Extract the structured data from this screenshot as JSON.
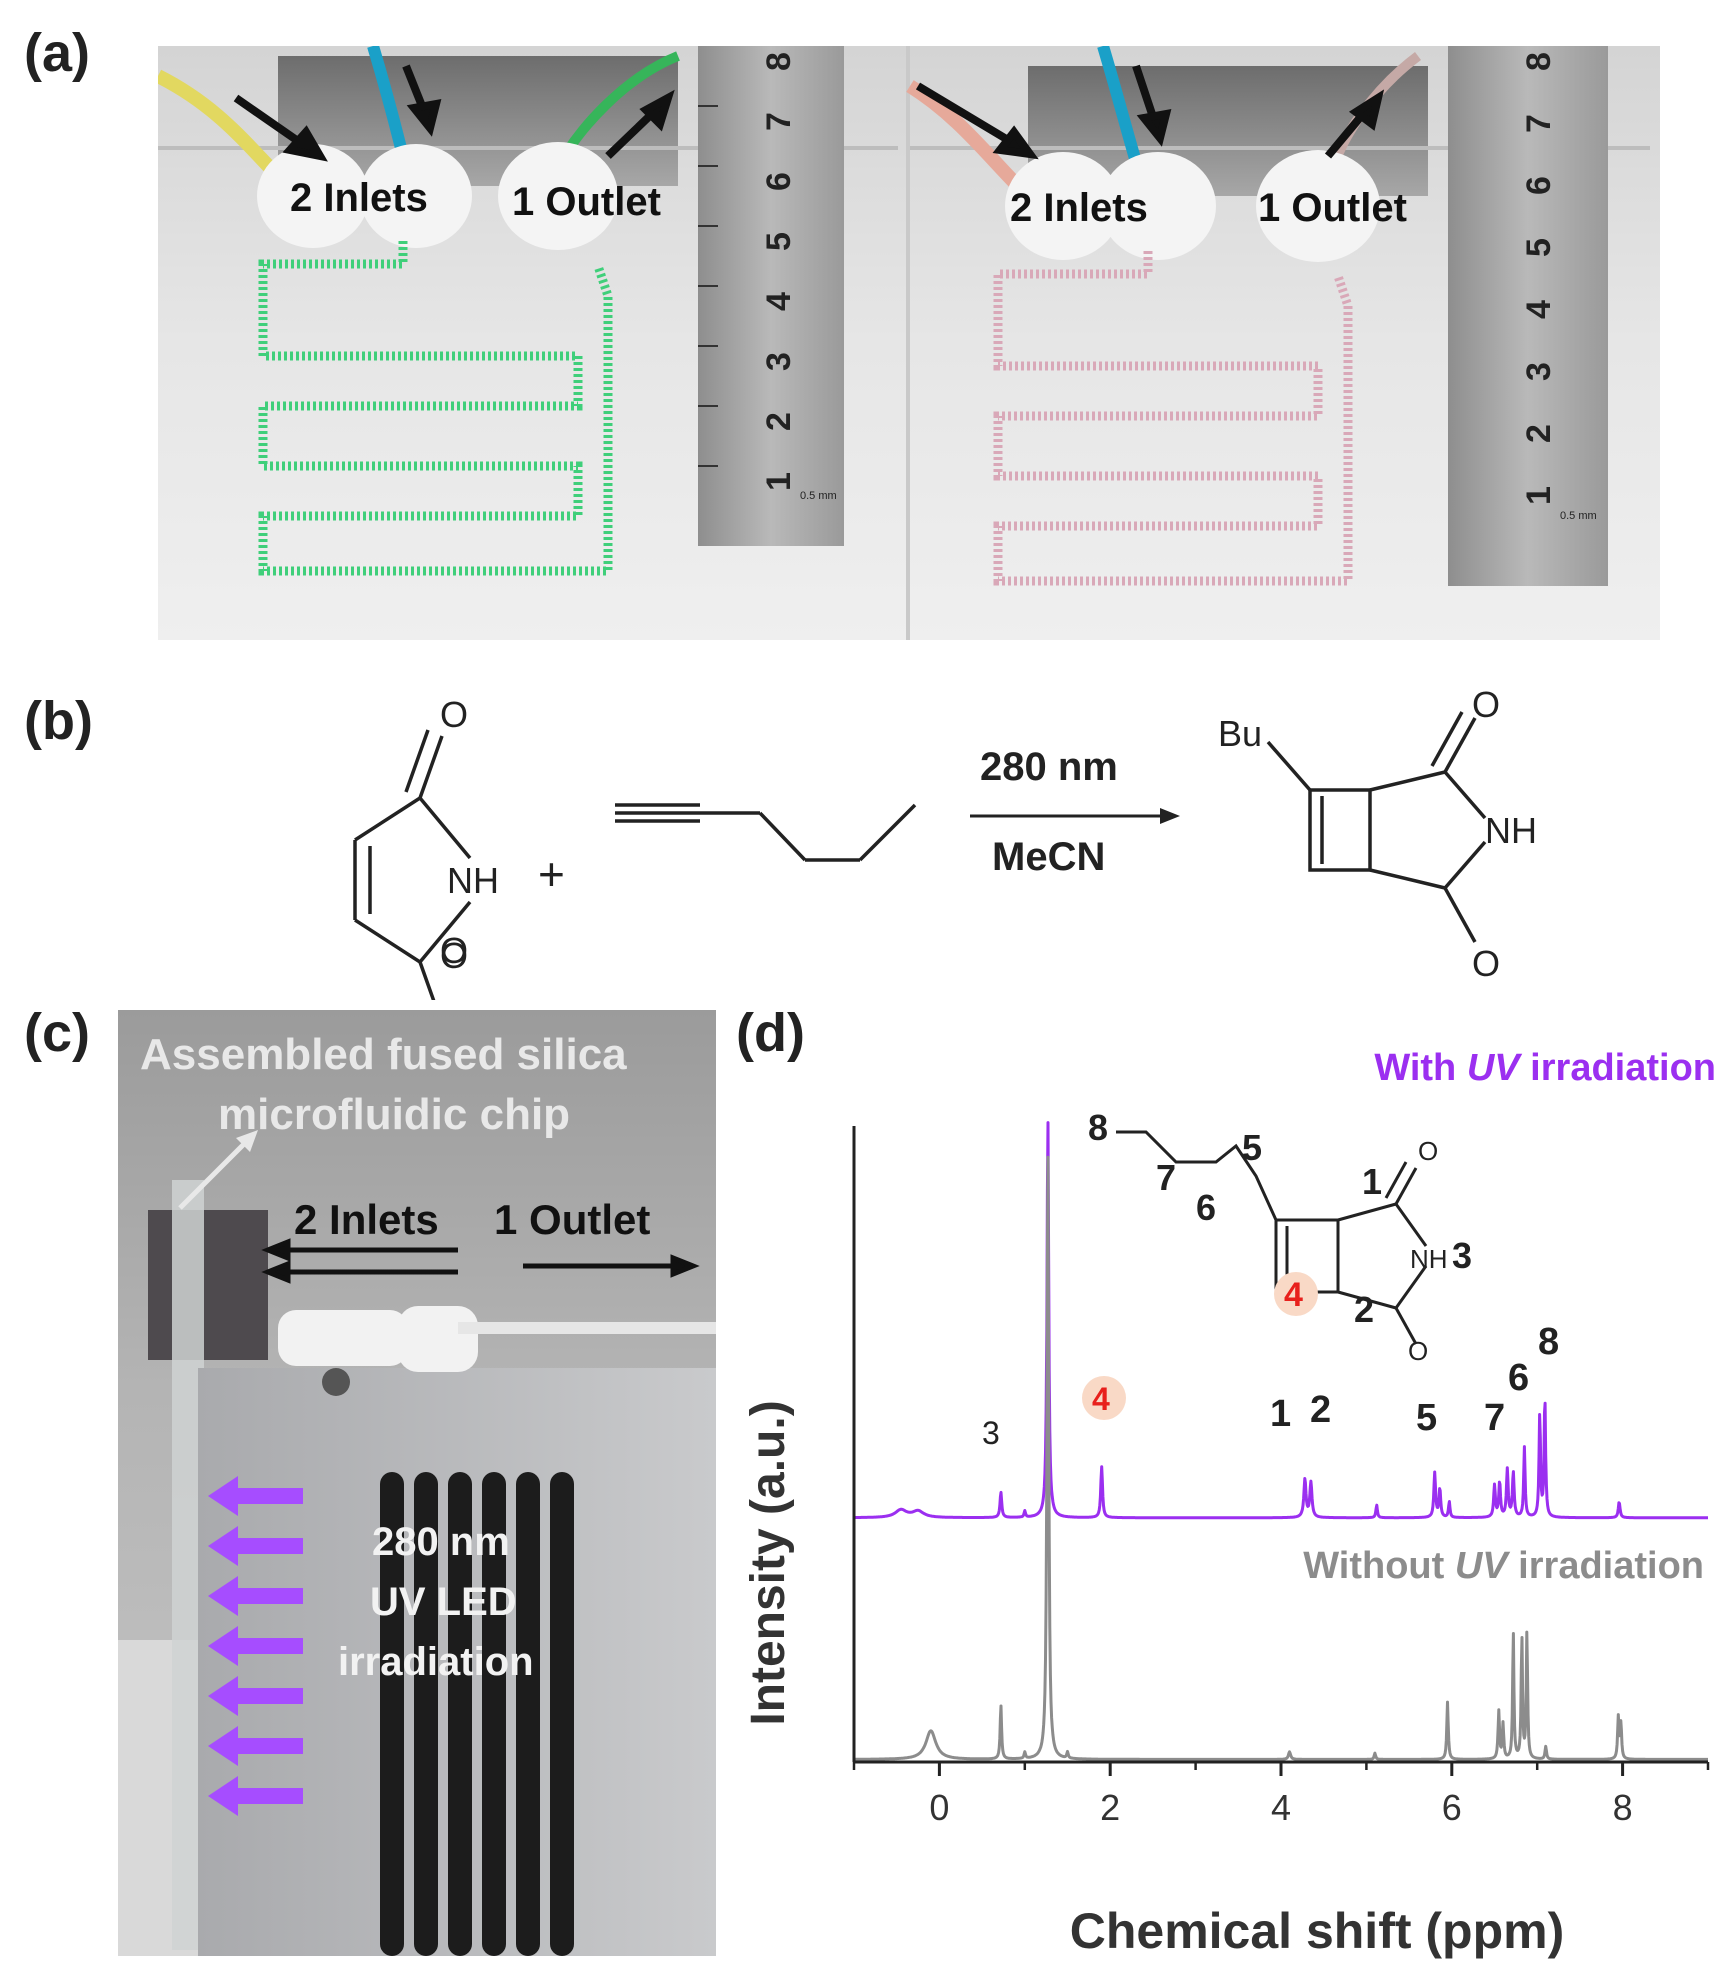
{
  "panel_labels": {
    "a": "(a)",
    "b": "(b)",
    "c": "(c)",
    "d": "(d)"
  },
  "panel_a": {
    "left": {
      "inlets": "2 Inlets",
      "outlet": "1 Outlet",
      "channel_color": "#3fcf7a"
    },
    "right": {
      "inlets": "2 Inlets",
      "outlet": "1 Outlet",
      "channel_color": "#d9a8b8"
    },
    "ruler_numbers": [
      "8",
      "7",
      "6",
      "5",
      "4",
      "3",
      "2",
      "1"
    ],
    "ruler_unit": "0.5 mm"
  },
  "panel_b": {
    "wavelength": "280 nm",
    "solvent": "MeCN",
    "plus": "+",
    "maleimide": {
      "o_top": "O",
      "nh": "NH",
      "o_bottom": "O"
    },
    "product": {
      "bu": "Bu",
      "o_top": "O",
      "nh": "NH",
      "o_bottom": "O"
    }
  },
  "panel_c": {
    "chip_label_line1": "Assembled fused silica",
    "chip_label_line2": "microfluidic chip",
    "inlets": "2 Inlets",
    "outlet": "1 Outlet",
    "led_line1": "280 nm",
    "led_line2": "UV LED",
    "led_line3": "irradiation",
    "arrow_color": "#a64dff"
  },
  "panel_d": {
    "legend_top_prefix": "With ",
    "legend_top_italic": "UV",
    "legend_top_suffix": " irradiation",
    "legend_bottom_prefix": "Without ",
    "legend_bottom_italic": "UV",
    "legend_bottom_suffix": " irradiation",
    "structure_labels": {
      "n8": "8",
      "n7": "7",
      "n6": "6",
      "n5": "5",
      "n1": "1",
      "n2": "2",
      "n3": "3",
      "n4": "4",
      "nh": "NH",
      "o1": "O",
      "o2": "O"
    },
    "peak_labels": [
      "3",
      "4",
      "1",
      "2",
      "5",
      "7",
      "6",
      "8"
    ]
  },
  "chart_data": {
    "type": "line",
    "xlabel": "Chemical shift (ppm)",
    "ylabel": "Intensity (a.u.)",
    "xlim": [
      -1,
      9
    ],
    "xticks": [
      0,
      2,
      4,
      6,
      8
    ],
    "series": [
      {
        "name": "With UV irradiation",
        "color": "#9b2ff0",
        "offset": 0.38,
        "peaks": [
          [
            -0.45,
            0.012,
            0.08
          ],
          [
            -0.25,
            0.01,
            0.08
          ],
          [
            0.72,
            0.04,
            0.012
          ],
          [
            1.0,
            0.01,
            0.01
          ],
          [
            1.27,
            0.63,
            0.012
          ],
          [
            1.9,
            0.08,
            0.012
          ],
          [
            4.28,
            0.06,
            0.015
          ],
          [
            4.35,
            0.055,
            0.015
          ],
          [
            5.12,
            0.02,
            0.01
          ],
          [
            5.8,
            0.07,
            0.012
          ],
          [
            5.86,
            0.045,
            0.012
          ],
          [
            5.97,
            0.025,
            0.01
          ],
          [
            6.5,
            0.05,
            0.012
          ],
          [
            6.56,
            0.055,
            0.012
          ],
          [
            6.65,
            0.075,
            0.012
          ],
          [
            6.72,
            0.07,
            0.012
          ],
          [
            6.85,
            0.11,
            0.01
          ],
          [
            7.03,
            0.16,
            0.01
          ],
          [
            7.09,
            0.19,
            0.01
          ],
          [
            7.96,
            0.025,
            0.012
          ]
        ]
      },
      {
        "name": "Without UV irradiation",
        "color": "#8c8c8c",
        "offset": 0.0,
        "peaks": [
          [
            -0.1,
            0.045,
            0.07
          ],
          [
            0.72,
            0.085,
            0.01
          ],
          [
            1.0,
            0.01,
            0.01
          ],
          [
            1.27,
            0.96,
            0.012
          ],
          [
            1.5,
            0.01,
            0.01
          ],
          [
            4.1,
            0.012,
            0.015
          ],
          [
            5.1,
            0.01,
            0.01
          ],
          [
            5.95,
            0.09,
            0.01
          ],
          [
            6.55,
            0.075,
            0.01
          ],
          [
            6.6,
            0.055,
            0.01
          ],
          [
            6.72,
            0.2,
            0.009
          ],
          [
            6.82,
            0.19,
            0.009
          ],
          [
            6.88,
            0.2,
            0.009
          ],
          [
            7.1,
            0.02,
            0.01
          ],
          [
            7.95,
            0.065,
            0.01
          ],
          [
            7.98,
            0.055,
            0.01
          ]
        ]
      }
    ]
  }
}
